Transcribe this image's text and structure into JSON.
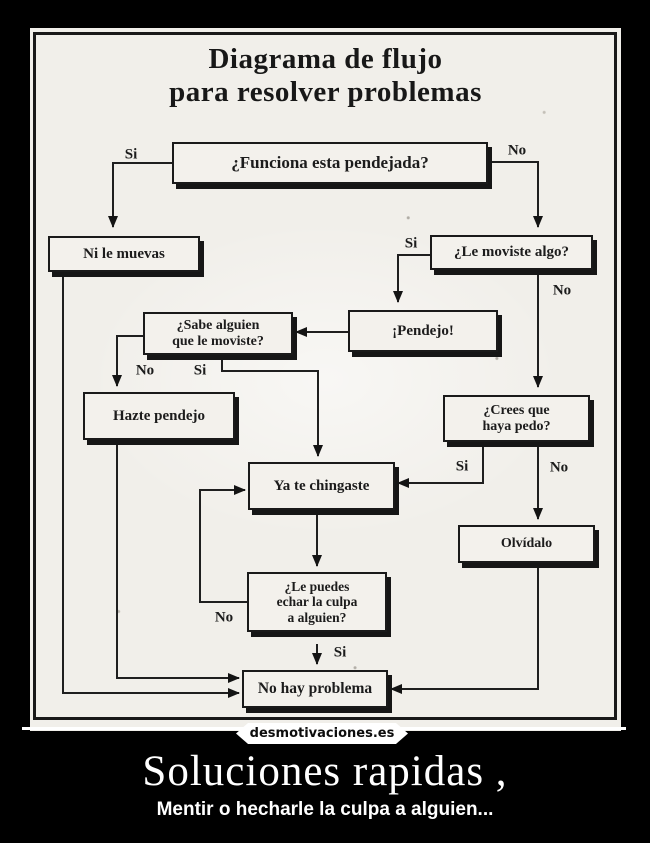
{
  "meta": {
    "background_color": "#000000",
    "photo_color": "#f1efea",
    "ink_color": "#1a1a1a",
    "caption_color": "#ffffff"
  },
  "title": {
    "line1": "Diagrama de flujo",
    "line2": "para resolver problemas"
  },
  "flowchart": {
    "nodes": {
      "funciona": {
        "label": "¿Funciona esta pendejada?"
      },
      "ni_le_muevas": {
        "label": "Ni le muevas"
      },
      "le_moviste": {
        "label": "¿Le moviste algo?"
      },
      "pendejo": {
        "label": "¡Pendejo!"
      },
      "sabe_alguien": {
        "label": "¿Sabe alguien\nque le moviste?"
      },
      "hazte_pendejo": {
        "label": "Hazte pendejo"
      },
      "crees_pedo": {
        "label": "¿Crees que\nhaya pedo?"
      },
      "ya_te_chingaste": {
        "label": "Ya te chingaste"
      },
      "olvidalo": {
        "label": "Olvídalo"
      },
      "le_puedes": {
        "label": "¿Le puedes\nechar la culpa\na alguien?"
      },
      "no_hay_problema": {
        "label": "No hay problema"
      }
    },
    "edge_labels": {
      "funciona_si": "Si",
      "funciona_no": "No",
      "moviste_si": "Si",
      "moviste_no": "No",
      "sabe_no": "No",
      "sabe_si": "Si",
      "crees_si": "Si",
      "crees_no": "No",
      "puedes_no": "No",
      "puedes_si": "Si"
    }
  },
  "watermark": {
    "text": "desmotivaciones.es"
  },
  "caption": {
    "title": "Soluciones rapidas ,",
    "subtitle": "Mentir o hecharle la culpa a alguien..."
  }
}
